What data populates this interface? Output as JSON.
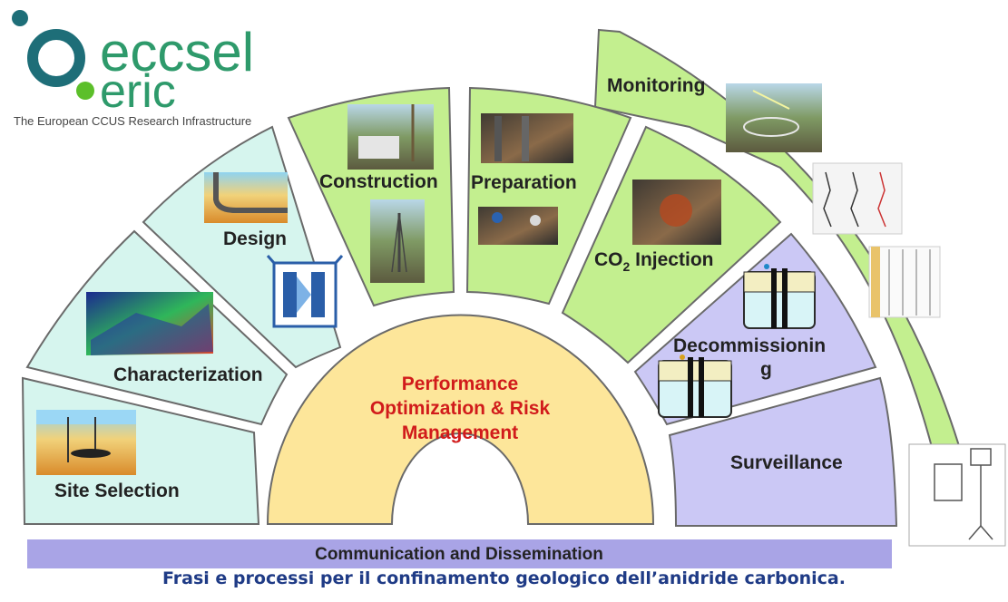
{
  "logo": {
    "name_line1": "eccsel",
    "name_line2": "eric",
    "tagline": "The European CCUS Research Infrastructure"
  },
  "diagram": {
    "center": {
      "line1": "Performance",
      "line2": "Optimization & Risk",
      "line3": "Management"
    },
    "stages": {
      "site_selection": "Site Selection",
      "characterization": "Characterization",
      "design": "Design",
      "construction": "Construction",
      "preparation": "Preparation",
      "co2_injection_prefix": "CO",
      "co2_injection_sub": "2",
      "co2_injection_suffix": " Injection",
      "decommissioning_line1": "Decommissionin",
      "decommissioning_line2": "g",
      "surveillance": "Surveillance",
      "monitoring": "Monitoring"
    },
    "bottom_bar": "Communication and Dissemination",
    "colors": {
      "cyan_segment": "#d6f5ee",
      "green_segment": "#c3ef8f",
      "purple_segment": "#cbc8f5",
      "center": "#fde69a",
      "center_text": "#d11b1b",
      "bar": "#a9a4e6"
    }
  },
  "caption": "Frasi e processi per il confinamento geologico dell’anidride carbonica."
}
